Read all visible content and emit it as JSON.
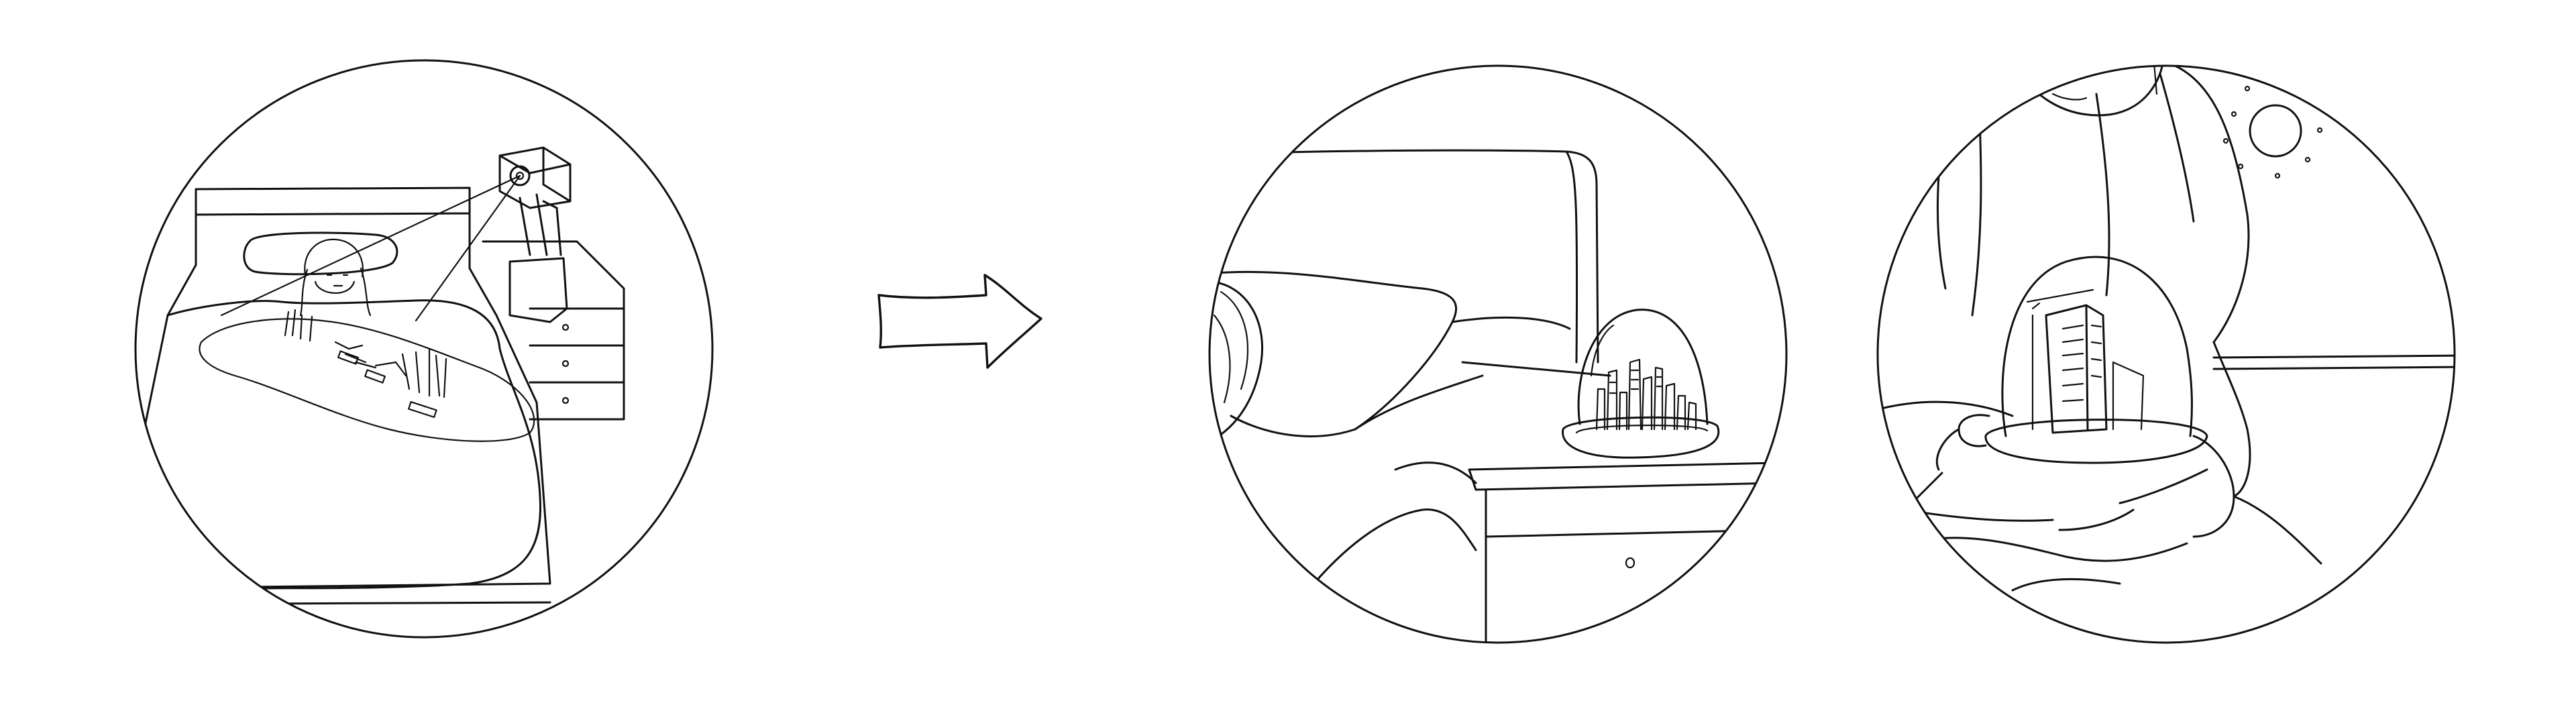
{
  "illustration": {
    "style": "black-and-white line drawing",
    "line_color": "#111111",
    "background_color": "#ffffff",
    "panels": [
      {
        "icon": "bed-projector-scene"
      },
      {
        "icon": "right-arrow-icon"
      },
      {
        "icon": "nightstand-dome-city-scene"
      },
      {
        "icon": "hands-holding-dome-scene"
      }
    ]
  }
}
